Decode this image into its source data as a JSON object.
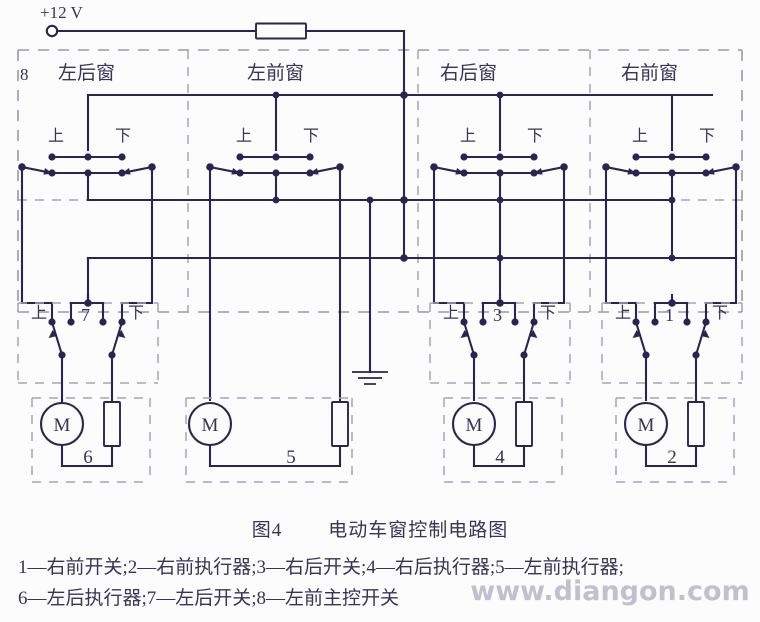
{
  "figure": {
    "supply_label": "+12 V",
    "master_switch_id": "8",
    "caption_number": "图4",
    "caption_title": "电动车窗控制电路图",
    "legend_line1": "1—右前开关;2—右前执行器;3—右后开关;4—右后执行器;5—左前执行器;",
    "legend_line2": "6—左后执行器;7—左后开关;8—左前主控开关",
    "watermark": "www.diangon.com",
    "colors": {
      "wire": "#2a2450",
      "dashed_box": "#9a96ae",
      "text": "#3a3355",
      "background": "#fcfcfd",
      "watermark": "#b9b6c6"
    }
  },
  "panels": [
    {
      "id": "left-rear",
      "title": "左后窗",
      "up": "上",
      "down": "下"
    },
    {
      "id": "left-front",
      "title": "左前窗",
      "up": "上",
      "down": "下"
    },
    {
      "id": "right-rear",
      "title": "右后窗",
      "up": "上",
      "down": "下"
    },
    {
      "id": "right-front",
      "title": "右前窗",
      "up": "上",
      "down": "下"
    }
  ],
  "local_switches": [
    {
      "id": "7",
      "label": "7",
      "up": "上",
      "down": "下",
      "window": "左后窗"
    },
    {
      "id": "3",
      "label": "3",
      "up": "上",
      "down": "下",
      "window": "右后窗"
    },
    {
      "id": "1",
      "label": "1",
      "up": "上",
      "down": "下",
      "window": "右前窗"
    }
  ],
  "actuators": [
    {
      "id": "6",
      "label": "6",
      "motor": "M",
      "window": "左后窗"
    },
    {
      "id": "5",
      "label": "5",
      "motor": "M",
      "window": "左前窗"
    },
    {
      "id": "4",
      "label": "4",
      "motor": "M",
      "window": "右后窗"
    },
    {
      "id": "2",
      "label": "2",
      "motor": "M",
      "window": "右前窗"
    }
  ],
  "components": {
    "fuse": "fuse",
    "ground": "ground-symbol",
    "terminal": "supply-terminal"
  }
}
